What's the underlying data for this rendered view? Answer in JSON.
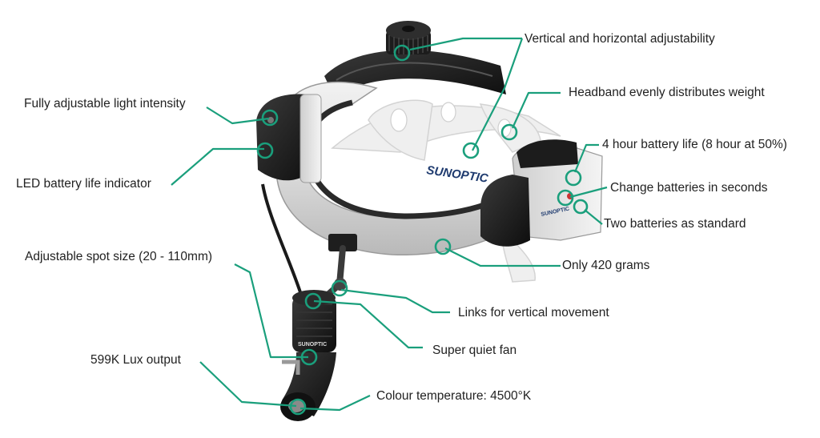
{
  "colors": {
    "accent": "#1a9f7c",
    "text": "#222222"
  },
  "brand_marks": [
    "SUNOPTIC",
    "SUNOPTIC",
    "SUNOPTIC"
  ],
  "callouts": [
    {
      "id": "vertical-horizontal",
      "text": "Vertical and horizontal adjustability"
    },
    {
      "id": "headband-weight",
      "text": "Headband evenly distributes weight"
    },
    {
      "id": "light-intensity",
      "text": "Fully adjustable light intensity"
    },
    {
      "id": "battery-life",
      "text": "4 hour battery life (8 hour at 50%)"
    },
    {
      "id": "change-batteries",
      "text": "Change batteries in seconds"
    },
    {
      "id": "led-indicator",
      "text": "LED battery life indicator"
    },
    {
      "id": "two-batteries",
      "text": "Two batteries as standard"
    },
    {
      "id": "spot-size",
      "text": "Adjustable spot size (20 - 110mm)"
    },
    {
      "id": "weight",
      "text": "Only 420 grams"
    },
    {
      "id": "links",
      "text": "Links for vertical movement"
    },
    {
      "id": "fan",
      "text": "Super quiet fan"
    },
    {
      "id": "lux",
      "text": "599K Lux output"
    },
    {
      "id": "colour-temp",
      "text": "Colour temperature: 4500°K"
    }
  ]
}
